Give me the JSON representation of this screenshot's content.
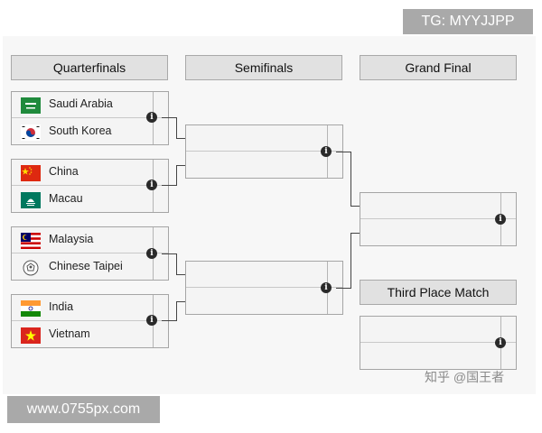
{
  "watermark_top": "TG: MYYJJPP",
  "watermark_bottom": "www.0755px.com",
  "watermark_zh": "知乎 @国王者",
  "headers": {
    "quarterfinals": "Quarterfinals",
    "semifinals": "Semifinals",
    "grand_final": "Grand Final",
    "third_place": "Third Place Match"
  },
  "teams": [
    {
      "name": "Saudi Arabia",
      "flag_icon": "saudi-arabia-flag-icon"
    },
    {
      "name": "South Korea",
      "flag_icon": "south-korea-flag-icon"
    },
    {
      "name": "China",
      "flag_icon": "china-flag-icon"
    },
    {
      "name": "Macau",
      "flag_icon": "macau-flag-icon"
    },
    {
      "name": "Malaysia",
      "flag_icon": "malaysia-flag-icon"
    },
    {
      "name": "Chinese Taipei",
      "flag_icon": "chinese-taipei-flag-icon"
    },
    {
      "name": "India",
      "flag_icon": "india-flag-icon"
    },
    {
      "name": "Vietnam",
      "flag_icon": "vietnam-flag-icon"
    }
  ],
  "info_glyph": "i",
  "colors": {
    "header_bg": "#e1e1e1",
    "match_bg": "#f4f4f4",
    "connector": "#444444",
    "watermark_bg": "#a9a9a9"
  }
}
